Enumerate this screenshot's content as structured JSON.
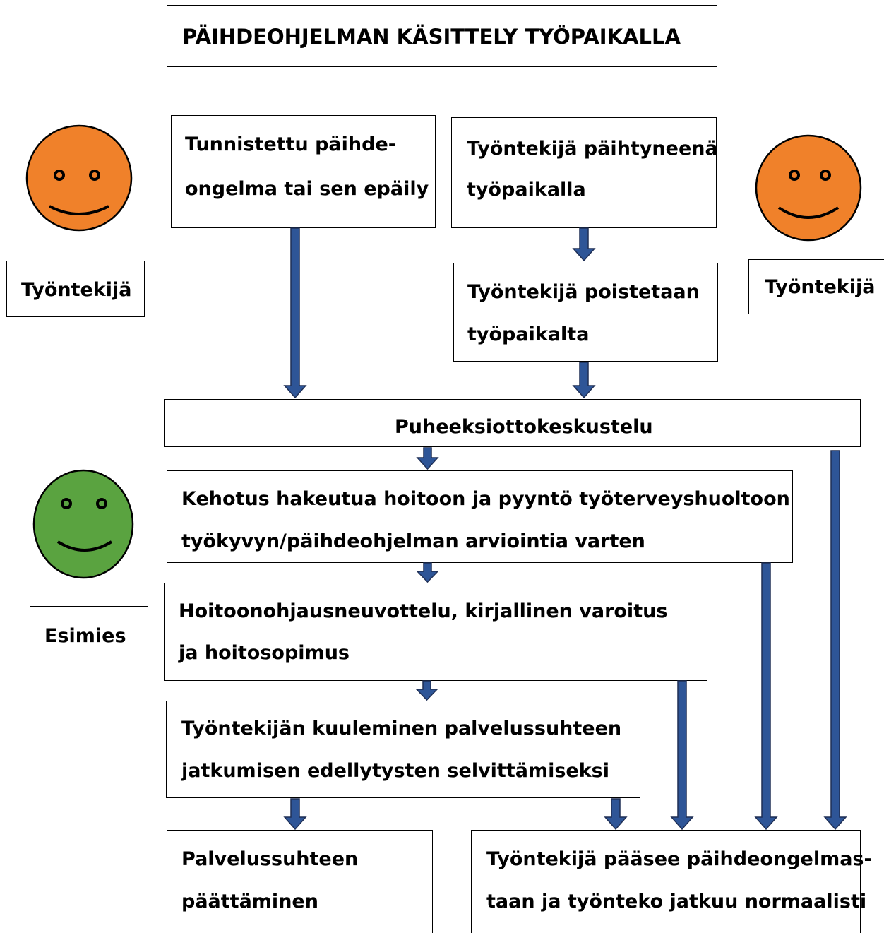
{
  "title": "PÄIHDEOHJELMAN KÄSITTELY TYÖPAIKALLA",
  "colors": {
    "arrow_fill": "#2e5597",
    "arrow_stroke": "#1f2f55",
    "face_employee": "#f0812a",
    "face_supervisor": "#5aa340",
    "outline": "#000000"
  },
  "actors": {
    "left_top": "Työntekijä",
    "right_top": "Työntekijä",
    "left_bottom": "Esimies"
  },
  "steps": {
    "identified_line1": "Tunnistettu päihde-",
    "identified_line2": "ongelma tai sen epäily",
    "intoxicated_line1": "Työntekijä päihtyneenä",
    "intoxicated_line2": "työpaikalla",
    "removed_line1": "Työntekijä poistetaan",
    "removed_line2": "työpaikalta",
    "talk": "Puheeksiottokeskustelu",
    "referral_line1": "Kehotus hakeutua hoitoon ja pyyntö työterveyshuoltoon",
    "referral_line2": "työkyvyn/päihdeohjelman arviointia varten",
    "negotiation_line1": "Hoitoonohjausneuvottelu, kirjallinen varoitus",
    "negotiation_line2": "ja hoitosopimus",
    "hearing_line1": "Työntekijän kuuleminen palvelussuhteen",
    "hearing_line2": "jatkumisen edellytysten selvittämiseksi",
    "termination_line1": "Palvelussuhteen",
    "termination_line2": "päättäminen",
    "recovery_line1": "Työntekijä pääsee päihdeongelmas-",
    "recovery_line2": "taan ja työnteko jatkuu normaalisti"
  }
}
